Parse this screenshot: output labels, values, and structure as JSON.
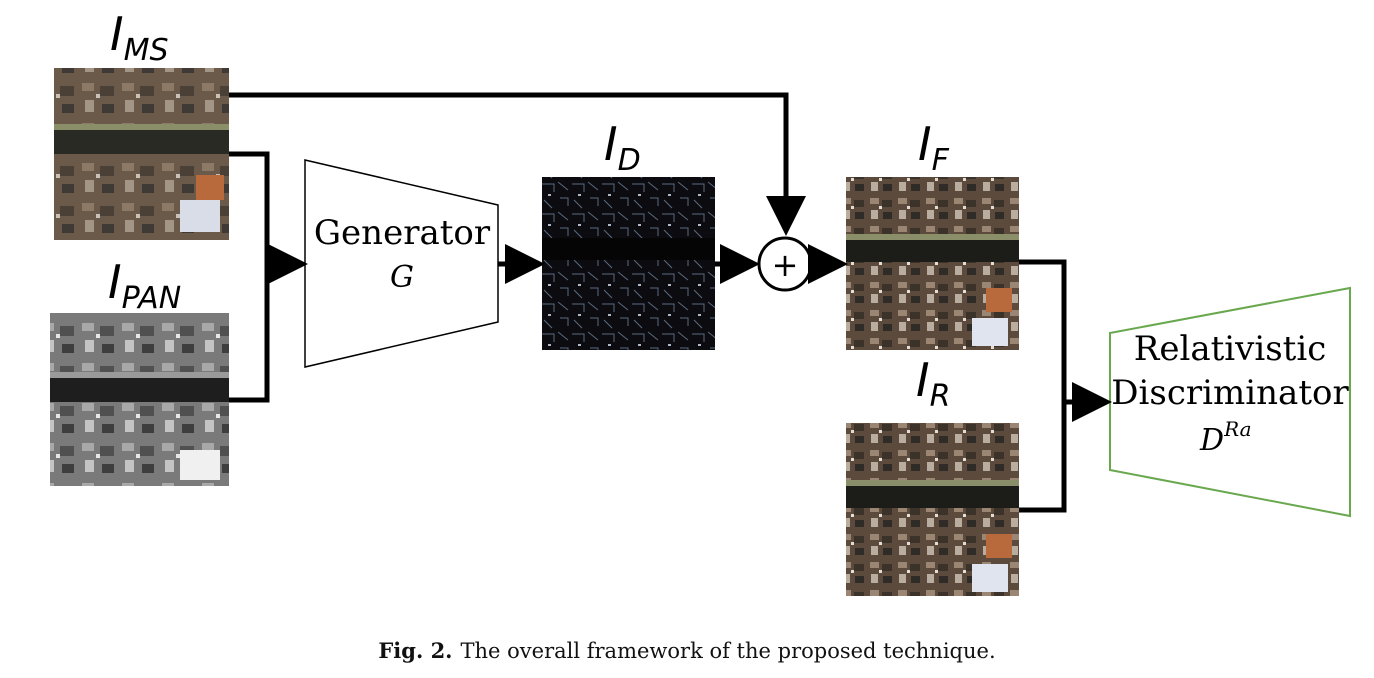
{
  "labels": {
    "ms": {
      "main": "I",
      "sub": "MS"
    },
    "pan": {
      "main": "I",
      "sub": "PAN"
    },
    "d": {
      "main": "I",
      "sub": "D"
    },
    "f": {
      "main": "I",
      "sub": "F"
    },
    "r": {
      "main": "I",
      "sub": "R"
    }
  },
  "generator": {
    "line1": "Generator",
    "line2": "G"
  },
  "discriminator": {
    "line1": "Relativistic",
    "line2": "Discriminator",
    "var": "D",
    "sup": "Ra"
  },
  "adder_symbol": "+",
  "caption": {
    "fig": "Fig. 2.",
    "text": "The overall framework of the proposed technique."
  },
  "colors": {
    "discriminator_border": "#6aa84f",
    "line": "#000000"
  }
}
